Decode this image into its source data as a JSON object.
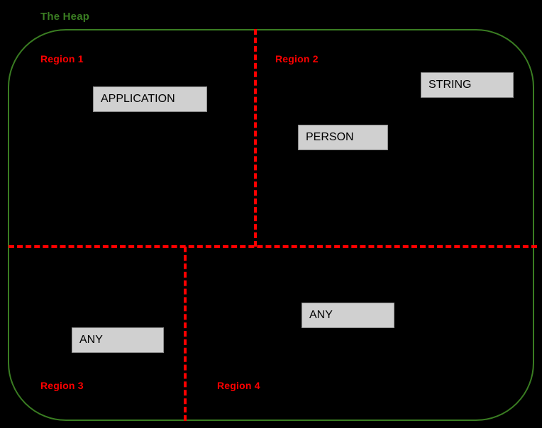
{
  "diagram": {
    "title": "The Heap",
    "background_color": "#000000",
    "boundary_color": "#3a7d22",
    "divider_color": "#ff0000",
    "box_fill_color": "#d0d0d0",
    "box_border_color": "#8c8c8c",
    "box_text_color": "#000000"
  },
  "regions": [
    {
      "id": "region-1",
      "label": "Region 1"
    },
    {
      "id": "region-2",
      "label": "Region 2"
    },
    {
      "id": "region-3",
      "label": "Region 3"
    },
    {
      "id": "region-4",
      "label": "Region 4"
    }
  ],
  "objects": [
    {
      "id": "object-application",
      "label": "APPLICATION",
      "region": "Region 1"
    },
    {
      "id": "object-string",
      "label": "STRING",
      "region": "Region 2"
    },
    {
      "id": "object-person",
      "label": "PERSON",
      "region": "Region 2"
    },
    {
      "id": "object-any-region3",
      "label": "ANY",
      "region": "Region 3"
    },
    {
      "id": "object-any-region4",
      "label": "ANY",
      "region": "Region 4"
    }
  ]
}
